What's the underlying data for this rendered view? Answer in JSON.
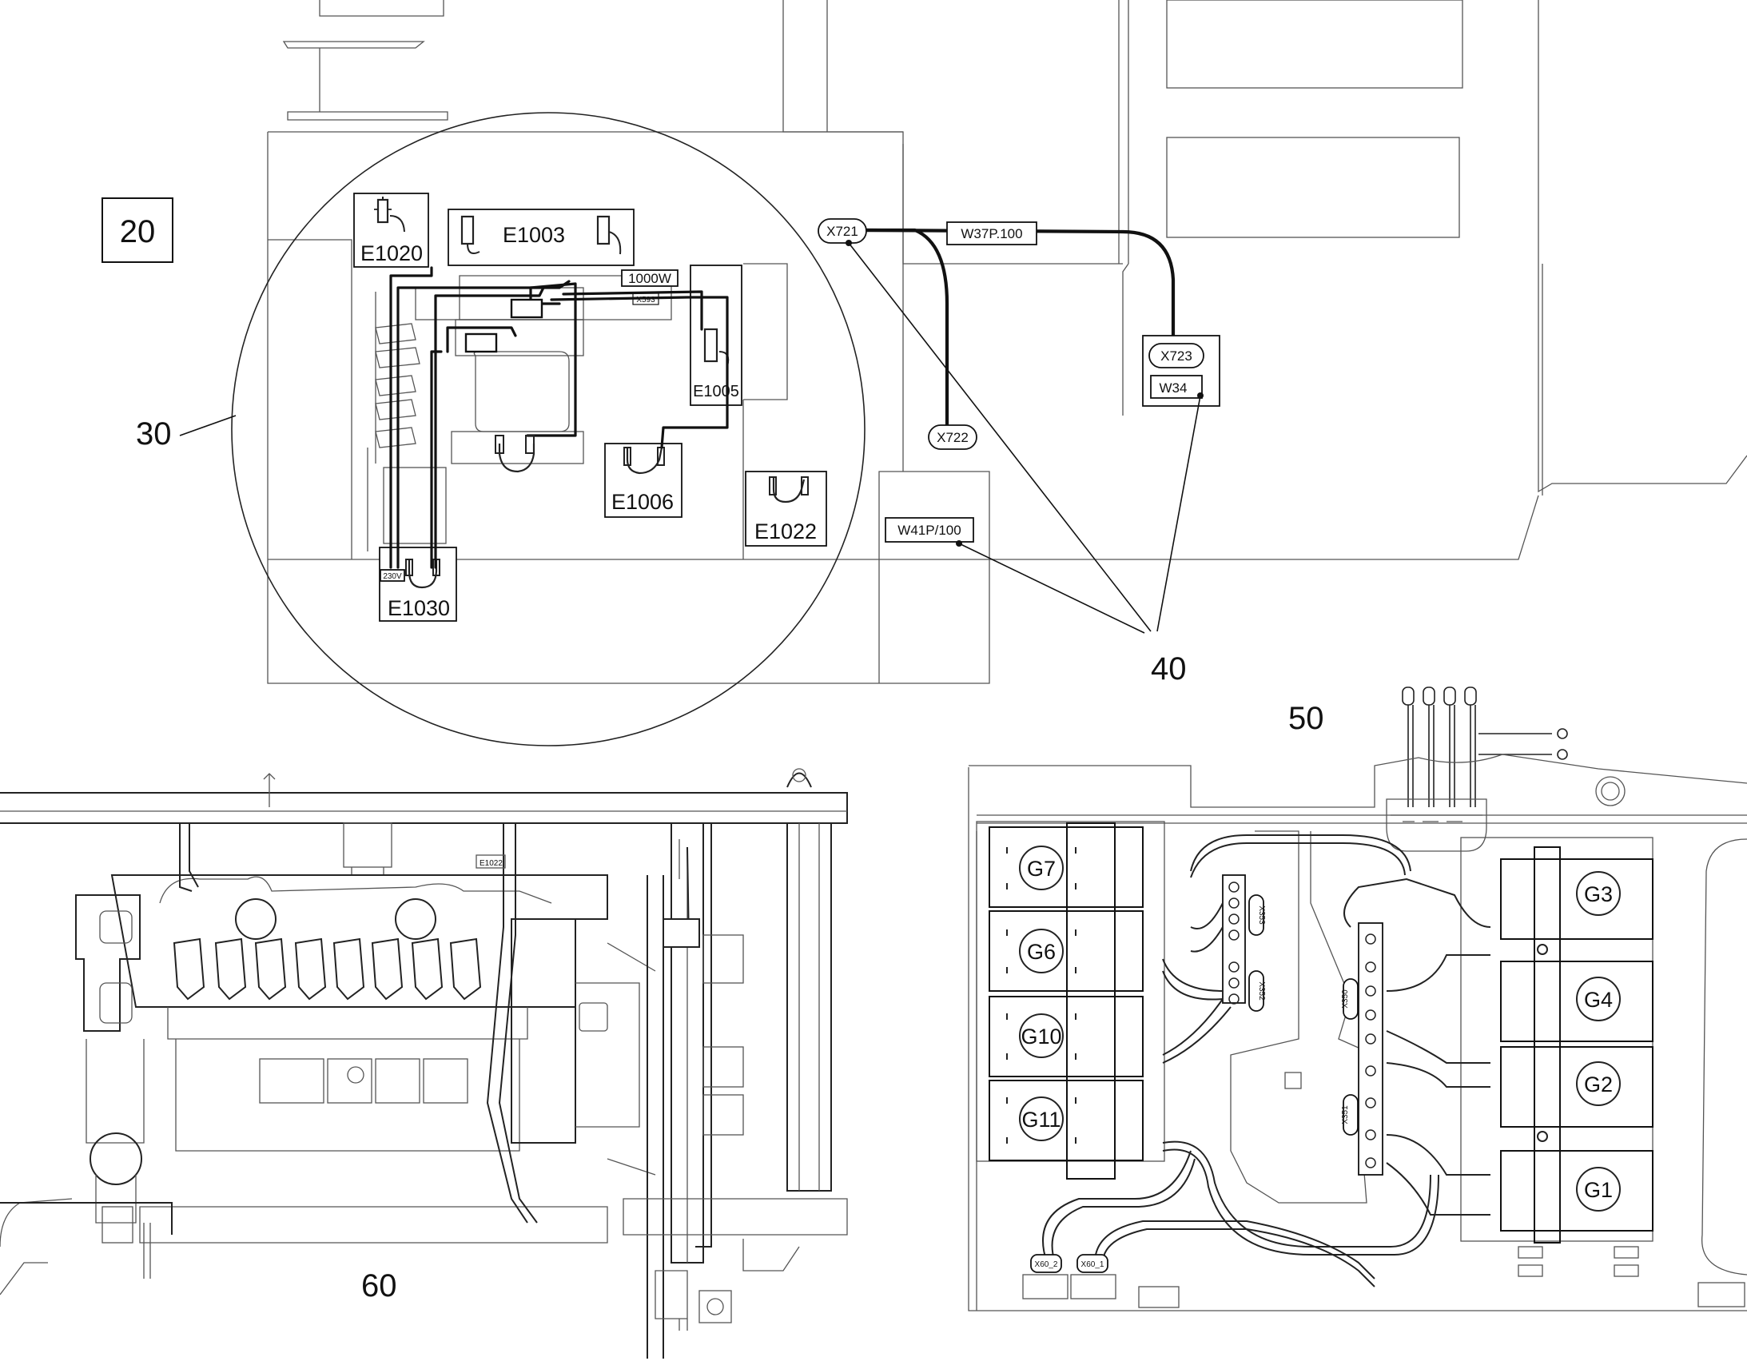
{
  "callouts": {
    "c20": "20",
    "c30": "30",
    "c40": "40",
    "c50": "50",
    "c60": "60"
  },
  "heaters": {
    "e1020": "E1020",
    "e1003": "E1003",
    "e1005": "E1005",
    "e1006": "E1006",
    "e1022": "E1022",
    "e1030": "E1030"
  },
  "tags": {
    "power_1000w": "1000W",
    "voltage_230v": "230V",
    "x593": "X593"
  },
  "connectors": {
    "x721": "X721",
    "x722": "X722",
    "x723": "X723",
    "w34": "W34",
    "w37p100": "W37P.100",
    "w41p100": "W41P/100",
    "x350": "X350",
    "x351": "X351",
    "x352": "X352",
    "x353": "X353",
    "x60_1": "X60_1",
    "x60_2": "X60_2"
  },
  "generators": {
    "g1": "G1",
    "g2": "G2",
    "g3": "G3",
    "g4": "G4",
    "g6": "G6",
    "g7": "G7",
    "g10": "G10",
    "g11": "G11"
  },
  "engine_tag": "E1022"
}
